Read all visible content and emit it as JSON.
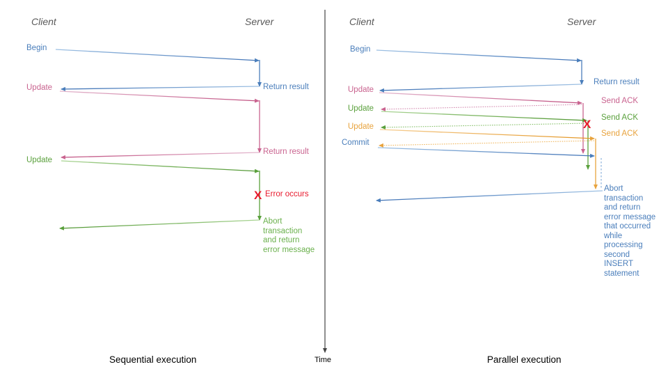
{
  "diagram": {
    "title_left": "Sequential execution",
    "title_right": "Parallel execution",
    "time_axis_label": "Time",
    "colors": {
      "blue": "#4a7ebb",
      "blue_dark": "#3f72b5",
      "pink": "#c9638f",
      "pink_light": "#d48cb0",
      "green": "#5aa03c",
      "green_light": "#86c06a",
      "orange": "#e8a33d",
      "orange_light": "#f0b860",
      "red": "#e8192c",
      "header_gray": "#595959",
      "black": "#000000"
    }
  },
  "left_panel": {
    "actors": {
      "client": "Client",
      "server": "Server"
    },
    "caption": "Sequential execution",
    "messages": [
      {
        "label": "Begin",
        "color": "blue",
        "dir": "to-server"
      },
      {
        "label": "Return result",
        "color": "blue",
        "dir": "to-client"
      },
      {
        "label": "Update",
        "color": "pink",
        "dir": "to-server"
      },
      {
        "label": "Return result",
        "color": "pink",
        "dir": "to-client"
      },
      {
        "label": "Update",
        "color": "green",
        "dir": "to-server"
      },
      {
        "label": "Abort transaction and return error message",
        "color": "green",
        "dir": "to-client"
      }
    ],
    "error_marker": {
      "glyph": "X",
      "label": "Error occurs",
      "color": "red"
    },
    "abort_note_lines": [
      "Abort",
      "transaction",
      "and return",
      "error message"
    ]
  },
  "right_panel": {
    "actors": {
      "client": "Client",
      "server": "Server"
    },
    "caption": "Parallel execution",
    "messages": [
      {
        "label": "Begin",
        "color": "blue",
        "dir": "to-server"
      },
      {
        "label": "Return result",
        "color": "blue",
        "dir": "to-client"
      },
      {
        "label": "Update",
        "color": "pink",
        "dir": "to-server"
      },
      {
        "label": "Send ACK",
        "color": "pink",
        "dir": "to-client"
      },
      {
        "label": "Update",
        "color": "green",
        "dir": "to-server"
      },
      {
        "label": "Send ACK",
        "color": "green",
        "dir": "to-client"
      },
      {
        "label": "Update",
        "color": "orange",
        "dir": "to-server"
      },
      {
        "label": "Send ACK",
        "color": "orange",
        "dir": "to-client"
      },
      {
        "label": "Commit",
        "color": "blue",
        "dir": "to-server"
      }
    ],
    "error_marker": {
      "glyph": "X",
      "color": "red"
    },
    "abort_note_lines": [
      "Abort",
      "transaction",
      "and return",
      "error message",
      "that occurred",
      "while",
      "processing",
      "second",
      "INSERT",
      "statement"
    ]
  }
}
